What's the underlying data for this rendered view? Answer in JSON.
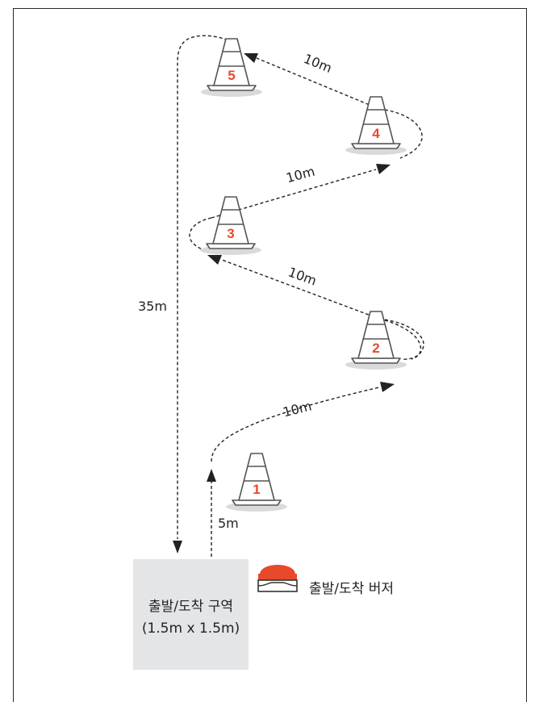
{
  "cones": [
    {
      "number": "1"
    },
    {
      "number": "2"
    },
    {
      "number": "3"
    },
    {
      "number": "4"
    },
    {
      "number": "5"
    }
  ],
  "distances": {
    "start_to_line": "5m",
    "cone1_to_2": "10m",
    "cone2_to_3": "10m",
    "cone3_to_4": "10m",
    "cone4_to_5": "10m",
    "return": "35m"
  },
  "start_zone": {
    "line1": "출발/도착 구역",
    "line2": "(1.5m x 1.5m)"
  },
  "buzzer": {
    "label": "출발/도착 버저"
  },
  "colors": {
    "cone_number": "#e8492a",
    "buzzer": "#e8492a",
    "zone": "#e4e5e6",
    "line": "#222222"
  }
}
